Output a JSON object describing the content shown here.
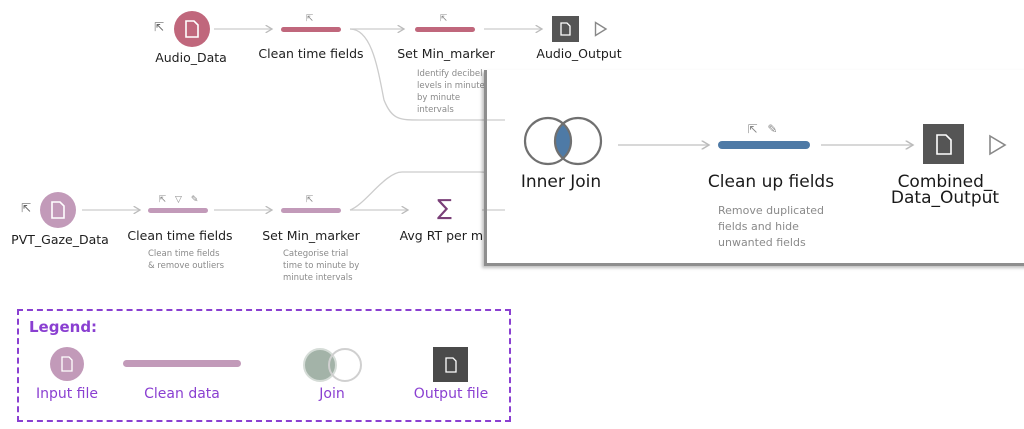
{
  "colors": {
    "audio_pink": "#c0677c",
    "pvt_mauve": "#c29ab9",
    "join_blue": "#4e7aa6",
    "output_gray": "#555555",
    "legend_purple": "#8a3fd1",
    "legend_join_fill": "#a3b3a8"
  },
  "audio_flow": {
    "input": {
      "name": "Audio_Data",
      "icon": "file-icon"
    },
    "clean": {
      "name": "Clean time fields",
      "icons": [
        "remove-field-icon"
      ]
    },
    "set_min": {
      "name": "Set Min_marker",
      "icons": [
        "remove-field-icon"
      ],
      "description": "Identify decibel levels in minute by minute intervals"
    },
    "output": {
      "name": "Audio_Output",
      "icon": "file-icon"
    }
  },
  "pvt_flow": {
    "input": {
      "name": "PVT_Gaze_Data",
      "icon": "file-icon"
    },
    "clean": {
      "name": "Clean time fields",
      "icons": [
        "remove-field-icon",
        "filter-icon",
        "edit-icon"
      ],
      "description": "Clean time fields & remove outliers"
    },
    "set_min": {
      "name": "Set Min_marker",
      "icons": [
        "remove-field-icon"
      ],
      "description": "Categorise trial time to minute by minute intervals"
    },
    "aggregate": {
      "name": "Avg RT per min",
      "symbol": "∑"
    }
  },
  "zoom_panel": {
    "join": {
      "name": "Inner Join"
    },
    "clean": {
      "name": "Clean up fields",
      "icons": [
        "remove-field-icon",
        "edit-icon"
      ],
      "description": "Remove duplicated fields and hide unwanted fields"
    },
    "output": {
      "name_line1": "Combined_",
      "name_line2": "Data_Output",
      "icon": "file-icon"
    }
  },
  "legend": {
    "title": "Legend:",
    "items": [
      {
        "label": "Input file"
      },
      {
        "label": "Clean data"
      },
      {
        "label": "Join"
      },
      {
        "label": "Output file"
      }
    ]
  }
}
